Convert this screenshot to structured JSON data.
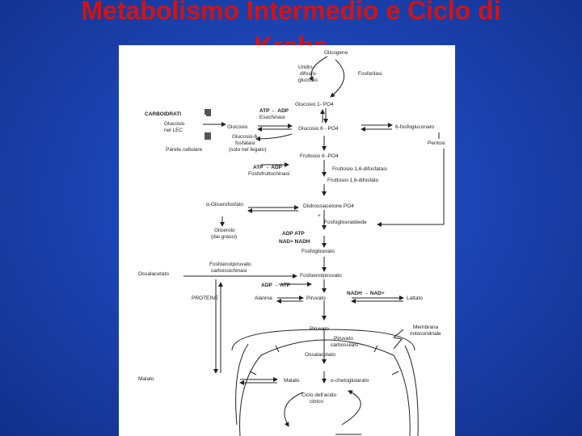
{
  "slide": {
    "title_line1": "Metabolismo Intermedio e Ciclo di",
    "title_line2": "Krebs"
  },
  "diagram": {
    "glicogeno": "Glicogeno",
    "uridin_1": "Uridin-",
    "uridin_2": "difosfo-",
    "uridin_3": "glucosio",
    "fosforilasi": "Fosforilasi",
    "atp_adp_1": "ATP ← ADP",
    "esochinasi": "Esochinasi",
    "glucosio_1_po4": "Glucosio 1- PO4",
    "carboidrati": "CARBOIDRATI",
    "glucosio_lec_1": "Glucosio",
    "glucosio_lec_2": "nel LEC",
    "glucosio": "Glucosio",
    "glucosio_6_po4": "Glucosio 6 - PO4",
    "fosfogluconato": "6-fosfogluconato",
    "pentosi": "Pentosi",
    "parete_cellulare": "Parete cellulare",
    "g6f_1": "Glucosio-6-",
    "g6f_2": "fosfatasi",
    "g6f_3": "(solo nel fegato)",
    "fruttosio_6_po4": "Fruttosio 6 -PO4",
    "atp_adp_2": "ATP → ADP",
    "fosfofruttochinasi": "Fosfofruttochinasi",
    "fruttosio_difosfatasi": "Fruttosio-1,6-difosfatasi",
    "fruttosio_difosfato": "Fruttosio-1,6-difosfato",
    "alfa_glicerofosfato": "α-Glicerofosfato",
    "diidrossiacetone": "Diidrossiacetone PO4",
    "plus": "+",
    "fosfogliceraldeide": "Fosfogliceraldeide",
    "glicerolo_1": "Glicerolo",
    "glicerolo_2": "(dai grassi)",
    "adp_atp_1": "ADP    ATP",
    "nad_nadh": "NAD+    NADH",
    "fosfoglicerato": "Fosfoglicerato",
    "fosfoenol_carb_1": "Fosfoenolpiruvato",
    "fosfoenol_carb_2": "carbossichinasi",
    "ossalacetato_left": "Ossalacetato",
    "fosfoenolpiruvato": "Fosfoenolpiruvato",
    "adp_atp_2": "ADP → ATP",
    "nadh_nad": "NADH → NAD+",
    "proteine": "PROTEINE",
    "alanina": "Alanina",
    "piruvato": "Piruvato",
    "lattato": "Lattato",
    "piruvato_2": "Piruvato",
    "membrana_1": "Membrana",
    "membrana_2": "mitocondriale",
    "pir_carb_1": "Piruvato",
    "pir_carb_2": "carbossilasi",
    "ossalacetato_center": "Ossalacetato",
    "malato_left": "Malato",
    "malato_center": "Malato",
    "cheto": "α-chetoglutarato",
    "ciclo_1": "Ciclo dell'acido",
    "ciclo_2": "citrico"
  }
}
